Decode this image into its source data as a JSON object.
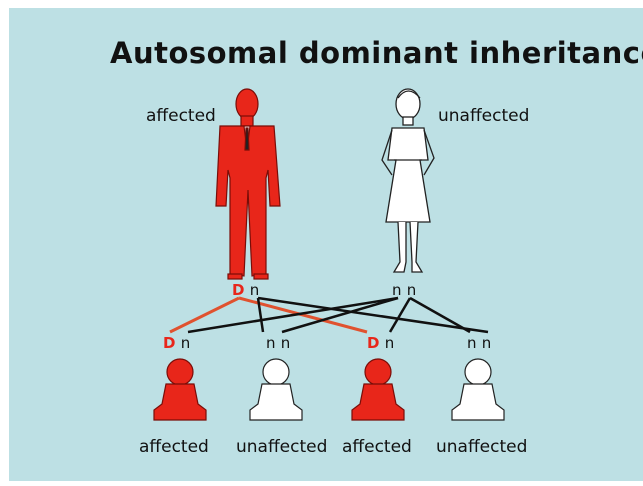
{
  "title": "Autosomal dominant inheritance",
  "colors": {
    "affected": "#e8261a",
    "unaffected": "#ffffff",
    "background": "#bde0e4",
    "line_dominant": "#e0522f",
    "line_recessive": "#111111"
  },
  "parents": [
    {
      "label": "affected",
      "alleles": [
        "D",
        "n"
      ],
      "status": "affected",
      "icon": "man-icon"
    },
    {
      "label": "unaffected",
      "alleles": [
        "n",
        "n"
      ],
      "status": "unaffected",
      "icon": "woman-icon"
    }
  ],
  "children": [
    {
      "label": "affected",
      "alleles": [
        "D",
        "n"
      ],
      "status": "affected"
    },
    {
      "label": "unaffected",
      "alleles": [
        "n",
        "n"
      ],
      "status": "unaffected"
    },
    {
      "label": "affected",
      "alleles": [
        "D",
        "n"
      ],
      "status": "affected"
    },
    {
      "label": "unaffected",
      "alleles": [
        "n",
        "n"
      ],
      "status": "unaffected"
    }
  ]
}
